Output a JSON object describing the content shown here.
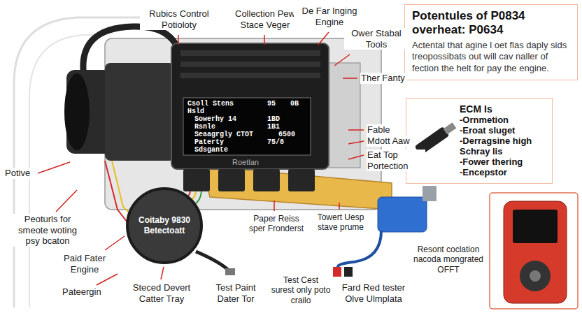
{
  "diagram": {
    "nodes": [
      {
        "text": [
          "Potentules of P0834 overheat: P0634",
          "Actental that agine l oet flas daply sids treopossibats out will cav naller of fection the helt for pay the engine."
        ]
      },
      {
        "text": [
          "ECM Is",
          "-Ornmetion",
          "-Eroat sluget",
          "-Derragsine high",
          "Schray lis",
          "-Fower thering",
          "-Encepstor"
        ]
      },
      {
        "text": [
          "Coitaby 9830 Betectoatt"
        ]
      }
    ],
    "labels": [
      "Rubics Control Potioloty",
      "Collection Pew Stace Veger",
      "De Far Inging Engine",
      "Ower Stabal Tools",
      "Ther Fanty",
      "Csoll Stens",
      "95",
      "0B",
      "Hsld",
      "Sowerhy 14",
      "1BD",
      "Rsnle",
      "1B1",
      "Seaagrgly CTOT",
      "6500",
      "Paterty",
      "75/8",
      "Sdsgante",
      "Roetlan",
      "Fable",
      "Mdott Aaw",
      "Eat Top Portection",
      "Potive",
      "Peoturls for smeote woting psy bcaton",
      "Paid Fater Engine",
      "Pateergin",
      "Paper Reiss sper Fronderst",
      "Towert Uesp stave prume",
      "Steced Devert Catter Tray",
      "Test Paint Dater Tor",
      "Test Cest surest only poto crailo",
      "Fard Red tester Olve Ulmplata",
      "Resont coclation nacoda mongrated OFFT"
    ]
  }
}
